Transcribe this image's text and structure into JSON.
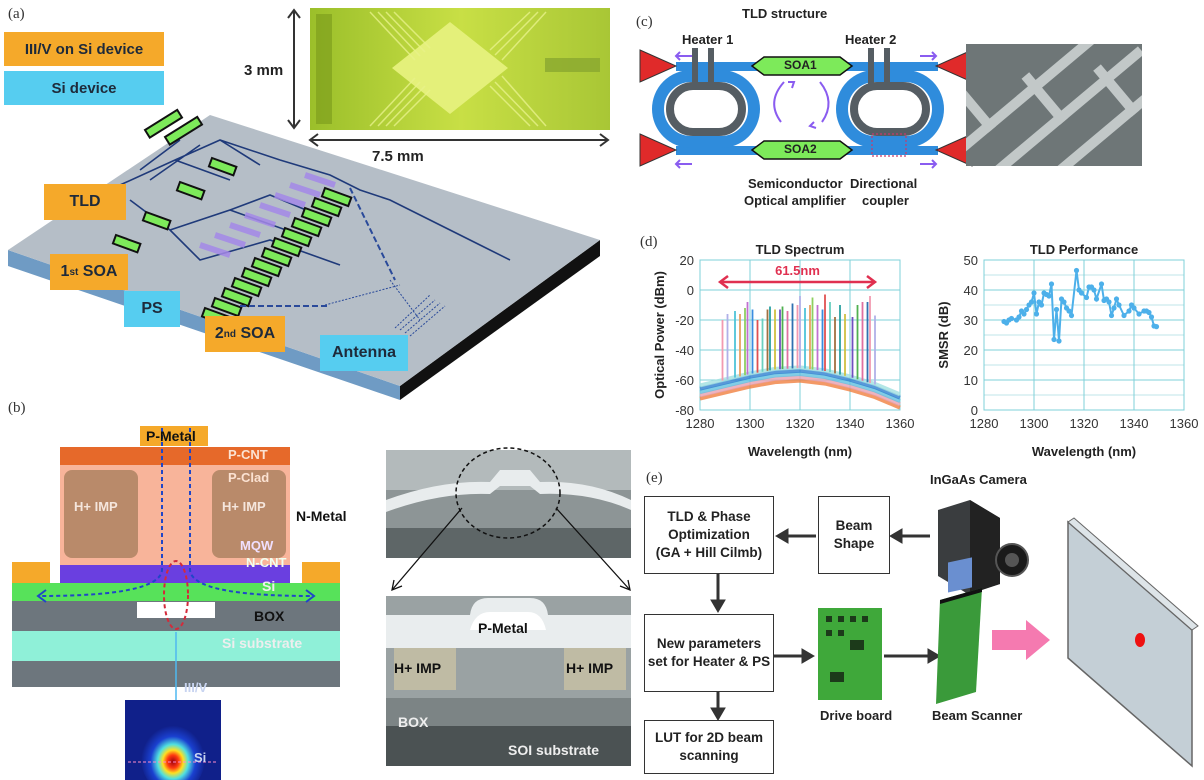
{
  "panel_a": {
    "label": "(a)",
    "legend": [
      {
        "text": "III/V on Si device",
        "color": "#f5a92a"
      },
      {
        "text": "Si device",
        "color": "#56cdf0"
      }
    ],
    "dim_height": "3 mm",
    "dim_width": "7.5 mm",
    "callouts": {
      "tld": "TLD",
      "soa1_base": "1",
      "soa1_sup": "st",
      "soa1_rest": " SOA",
      "ps": "PS",
      "soa2_base": "2",
      "soa2_sup": "nd",
      "soa2_rest": " SOA",
      "antenna": "Antenna"
    }
  },
  "panel_b": {
    "label": "(b)",
    "layers": {
      "p_metal": "P-Metal",
      "p_cnt": "P-CNT",
      "p_clad": "P-Clad",
      "h_imp_left": "H+ IMP",
      "h_imp_right": "H+ IMP",
      "n_metal": "N-Metal",
      "mqw": "MQW",
      "n_cnt": "N-CNT",
      "si": "Si",
      "box": "BOX",
      "si_substrate": "Si substrate"
    },
    "mode": {
      "top": "III/V",
      "bottom": "Si"
    },
    "sem": {
      "p_metal": "P-Metal",
      "h_imp_left": "H+ IMP",
      "h_imp_right": "H+ IMP",
      "box": "BOX",
      "soi": "SOI substrate"
    }
  },
  "panel_c": {
    "label": "(c)",
    "title": "TLD structure",
    "heater1": "Heater 1",
    "heater2": "Heater 2",
    "soa1": "SOA1",
    "soa2": "SOA2",
    "soa_caption_line1": "Semiconductor",
    "soa_caption_line2": "Optical amplifier",
    "coupler_line1": "Directional",
    "coupler_line2": "coupler"
  },
  "panel_d": {
    "label": "(d)"
  },
  "chart_data": [
    {
      "type": "line",
      "title": "TLD Spectrum",
      "xlabel": "Wavelength (nm)",
      "ylabel": "Optical Power (dBm)",
      "xlim": [
        1280,
        1360
      ],
      "ylim": [
        -80,
        20
      ],
      "xticks": [
        "1280",
        "1300",
        "1320",
        "1340",
        "1360"
      ],
      "yticks": [
        "20",
        "0",
        "-20",
        "-40",
        "-60",
        "-80"
      ],
      "grid": true,
      "annotation": "61.5nm",
      "annotation_range": [
        1288,
        1350
      ],
      "peaks": [
        {
          "x": 1289,
          "y": -20
        },
        {
          "x": 1291,
          "y": -16
        },
        {
          "x": 1294,
          "y": -14
        },
        {
          "x": 1296,
          "y": -16
        },
        {
          "x": 1298,
          "y": -12
        },
        {
          "x": 1299,
          "y": -8
        },
        {
          "x": 1301,
          "y": -13
        },
        {
          "x": 1303,
          "y": -20
        },
        {
          "x": 1305,
          "y": -19
        },
        {
          "x": 1307,
          "y": -13
        },
        {
          "x": 1308,
          "y": -11
        },
        {
          "x": 1310,
          "y": -13
        },
        {
          "x": 1312,
          "y": -13
        },
        {
          "x": 1313,
          "y": -11
        },
        {
          "x": 1315,
          "y": -14
        },
        {
          "x": 1317,
          "y": -9
        },
        {
          "x": 1319,
          "y": -10
        },
        {
          "x": 1320,
          "y": -4
        },
        {
          "x": 1322,
          "y": -12
        },
        {
          "x": 1324,
          "y": -10
        },
        {
          "x": 1325,
          "y": -5
        },
        {
          "x": 1327,
          "y": -10
        },
        {
          "x": 1329,
          "y": -13
        },
        {
          "x": 1330,
          "y": -3
        },
        {
          "x": 1332,
          "y": -8
        },
        {
          "x": 1334,
          "y": -18
        },
        {
          "x": 1336,
          "y": -10
        },
        {
          "x": 1338,
          "y": -16
        },
        {
          "x": 1341,
          "y": -18
        },
        {
          "x": 1343,
          "y": -10
        },
        {
          "x": 1345,
          "y": -8
        },
        {
          "x": 1347,
          "y": -8
        },
        {
          "x": 1348,
          "y": -4
        },
        {
          "x": 1350,
          "y": -17
        }
      ],
      "noise_floor": [
        {
          "x": 1280,
          "y": -68
        },
        {
          "x": 1290,
          "y": -64
        },
        {
          "x": 1300,
          "y": -60
        },
        {
          "x": 1310,
          "y": -57
        },
        {
          "x": 1320,
          "y": -56
        },
        {
          "x": 1330,
          "y": -58
        },
        {
          "x": 1340,
          "y": -62
        },
        {
          "x": 1350,
          "y": -67
        },
        {
          "x": 1360,
          "y": -74
        }
      ]
    },
    {
      "type": "line",
      "title": "TLD Performance",
      "xlabel": "Wavelength (nm)",
      "ylabel": "SMSR (dB)",
      "xlim": [
        1280,
        1360
      ],
      "ylim": [
        0,
        50
      ],
      "xticks": [
        "1280",
        "1300",
        "1320",
        "1340",
        "1360"
      ],
      "yticks": [
        "50",
        "40",
        "30",
        "20",
        "10",
        "0"
      ],
      "grid": true,
      "series": [
        {
          "name": "SMSR",
          "color": "#4db0ea",
          "x": [
            1288,
            1289,
            1290,
            1291,
            1293,
            1294,
            1295,
            1296,
            1297,
            1298,
            1299,
            1300,
            1301,
            1302,
            1303,
            1304,
            1305,
            1306,
            1307,
            1308,
            1309,
            1310,
            1311,
            1312,
            1313,
            1314,
            1315,
            1317,
            1318,
            1319,
            1321,
            1322,
            1323,
            1324,
            1325,
            1327,
            1328,
            1329,
            1330,
            1331,
            1332,
            1333,
            1334,
            1336,
            1338,
            1339,
            1340,
            1342,
            1344,
            1345,
            1346,
            1347,
            1348,
            1349
          ],
          "y": [
            29.5,
            29,
            30,
            30.5,
            30,
            31,
            33,
            32,
            33.5,
            35,
            36,
            39,
            32,
            36,
            35,
            39,
            38.5,
            38,
            42,
            23.5,
            33.5,
            23,
            37,
            36,
            34,
            33,
            31.5,
            46.5,
            40,
            39,
            37.5,
            41,
            41,
            40,
            37,
            42,
            36.5,
            37,
            36,
            31.5,
            34,
            37,
            35,
            31.5,
            33,
            35,
            34,
            32,
            33,
            33,
            32.5,
            31,
            28,
            27.8
          ]
        }
      ]
    }
  ],
  "panel_e": {
    "label": "(e)",
    "box_opt_line1": "TLD & Phase",
    "box_opt_line2": "Optimization",
    "box_opt_line3": "(GA + Hill Cilmb)",
    "box_beam_line1": "Beam",
    "box_beam_line2": "Shape",
    "box_params_line1": "New parameters",
    "box_params_line2": "set for Heater & PS",
    "box_lut_line1": "LUT for 2D beam",
    "box_lut_line2": "scanning",
    "camera": "InGaAs Camera",
    "drive_board": "Drive board",
    "beam_scanner": "Beam Scanner"
  }
}
